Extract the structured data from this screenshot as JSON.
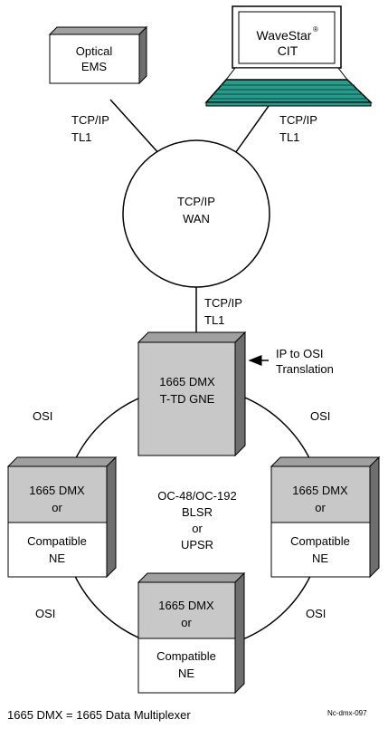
{
  "optical_ems": {
    "line1": "Optical",
    "line2": "EMS"
  },
  "wavestar": {
    "line1": "WaveStar",
    "reg_mark": "®",
    "line2": "CIT"
  },
  "links": {
    "ems_protocol": {
      "line1": "TCP/IP",
      "line2": "TL1"
    },
    "cit_protocol": {
      "line1": "TCP/IP",
      "line2": "TL1"
    },
    "gne_protocol": {
      "line1": "TCP/IP",
      "line2": "TL1"
    }
  },
  "wan": {
    "line1": "TCP/IP",
    "line2": "WAN"
  },
  "gne": {
    "line1": "1665 DMX",
    "line2": "T-TD GNE"
  },
  "translation_note": {
    "line1": "IP to OSI",
    "line2": "Translation"
  },
  "osi_labels": {
    "upper_left": "OSI",
    "upper_right": "OSI",
    "lower_left": "OSI",
    "lower_right": "OSI"
  },
  "ring": {
    "line1": "OC-48/OC-192",
    "line2": "BLSR",
    "line3": "or",
    "line4": "UPSR"
  },
  "ne_left": {
    "top1": "1665 DMX",
    "top2": "or",
    "bottom1": "Compatible",
    "bottom2": "NE"
  },
  "ne_right": {
    "top1": "1665 DMX",
    "top2": "or",
    "bottom1": "Compatible",
    "bottom2": "NE"
  },
  "ne_bottom": {
    "top1": "1665 DMX",
    "top2": "or",
    "bottom1": "Compatible",
    "bottom2": "NE"
  },
  "footnote": "1665 DMX = 1665 Data Multiplexer",
  "figure_id": "Nc-dmx-097",
  "colors": {
    "box_fill": "#c8c8c8",
    "box_side": "#6e6e6e",
    "box_top": "#a0a0a0",
    "cit_screen": "#2a9a8a"
  }
}
